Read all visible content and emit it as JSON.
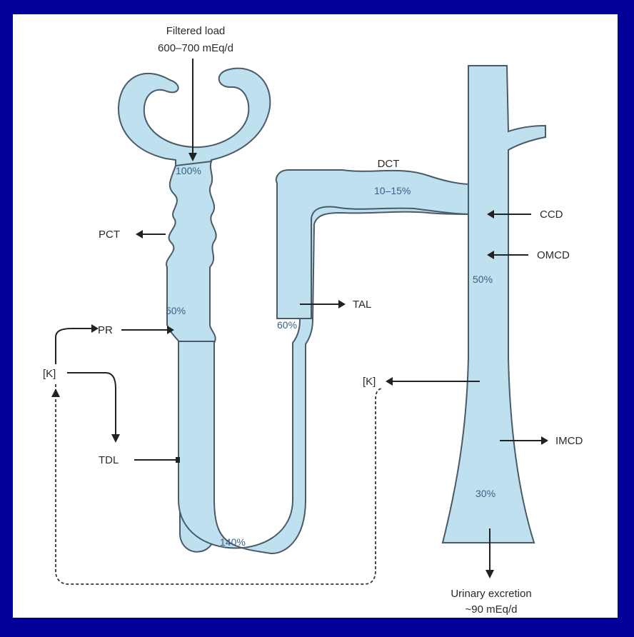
{
  "labels": {
    "filtered_load_line1": "Filtered load",
    "filtered_load_line2": "600–700 mEq/d",
    "pct_100": "100%",
    "pct_dct": "10–15%",
    "dct": "DCT",
    "pct_50": "50%",
    "pct_60": "60%",
    "pct_ccd": "50%",
    "pct_loop": "140%",
    "pct_30": "30%",
    "pct": "PCT",
    "pr": "PR",
    "k_left": "[K]",
    "tdl": "TDL",
    "tal": "TAL",
    "ccd": "CCD",
    "omcd": "OMCD",
    "k_right": "[K]",
    "imcd": "IMCD",
    "urinary_line1": "Urinary excretion",
    "urinary_line2": "~90 mEq/d"
  },
  "colors": {
    "background": "#000099",
    "panel": "#ffffff",
    "tubule_fill": "#bfe0ef",
    "outline": "#4a5a66"
  }
}
